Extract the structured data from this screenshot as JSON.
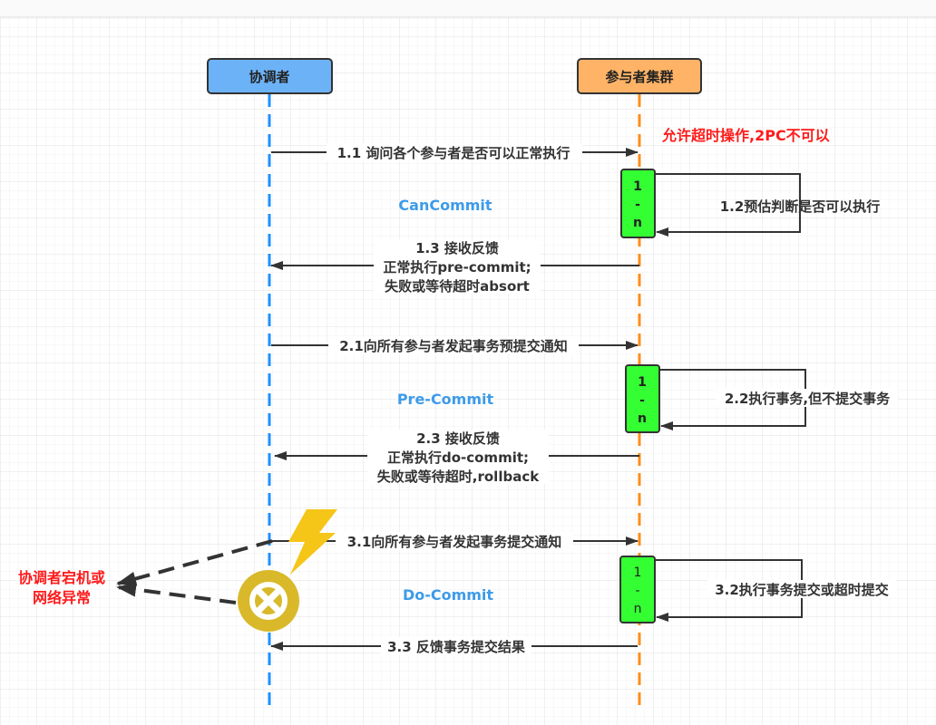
{
  "participants": {
    "coordinator": "协调者",
    "cohort": "参与者集群"
  },
  "note_timeout": "允许超时操作,2PC不可以",
  "phases": {
    "can_commit": "CanCommit",
    "pre_commit": "Pre-Commit",
    "do_commit": "Do-Commit"
  },
  "messages": {
    "m1_1": "1.1 询问各个参与者是否可以正常执行",
    "m1_2": "1.2预估判断是否可以执行",
    "m1_3": [
      "1.3 接收反馈",
      "正常执行pre-commit;",
      "失败或等待超时absort"
    ],
    "m2_1": "2.1向所有参与者发起事务预提交通知",
    "m2_2": "2.2执行事务,但不提交事务",
    "m2_3": [
      "2.3 接收反馈",
      "正常执行do-commit;",
      "失败或等待超时,rollback"
    ],
    "m3_1": "3.1向所有参与者发起事务提交通知",
    "m3_2": "3.2执行事务提交或超时提交",
    "m3_3": "3.3 反馈事务提交结果"
  },
  "activations": [
    {
      "lines": [
        "1",
        "-",
        "n"
      ]
    },
    {
      "lines": [
        "1",
        "-",
        "n"
      ]
    },
    {
      "lines": [
        "1",
        "-",
        "n"
      ]
    }
  ],
  "failure_note": [
    "协调者宕机或",
    "网络异常"
  ],
  "colors": {
    "coordinator_fill": "#6cb2f7",
    "cohort_fill": "#ffb366",
    "activation_fill": "#33ff33",
    "coordinator_line": "#1e90ff",
    "cohort_line": "#ff8c1a",
    "lightning": "#f5c518",
    "error_circle": "#d9b92a",
    "red_text": "#ff1a1a",
    "phase_text": "#3d9be9"
  },
  "icons": {
    "lightning": "lightning-icon",
    "error": "close-circle-icon"
  }
}
